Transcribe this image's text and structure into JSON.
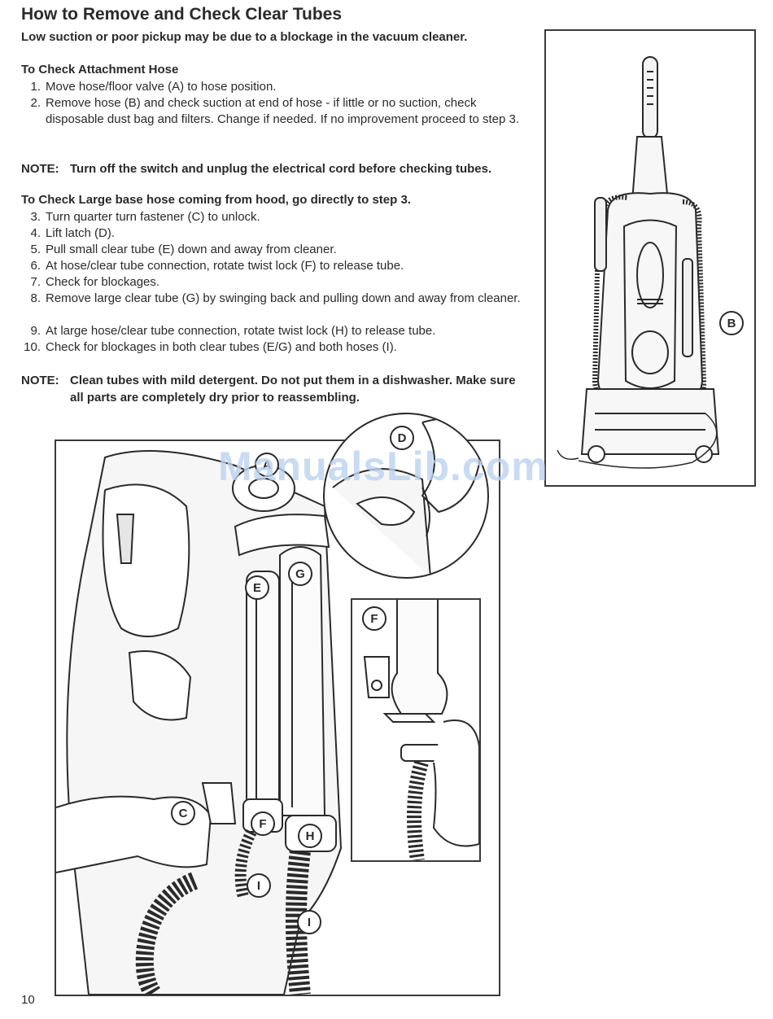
{
  "page": {
    "title": "How to Remove and Check Clear Tubes",
    "subtitle": "Low suction or poor pickup may be due to a blockage in the vacuum cleaner.",
    "page_number": "10"
  },
  "section_hose": {
    "heading": "To Check Attachment Hose",
    "steps": [
      {
        "num": "1.",
        "text": "Move hose/floor valve (A) to hose position."
      },
      {
        "num": "2.",
        "text": "Remove hose (B) and check suction at end of hose - if little or no suction, check disposable dust bag and filters. Change if needed. If no improvement proceed to step 3."
      }
    ]
  },
  "note1": {
    "label": "NOTE:",
    "text": "Turn off the switch and unplug the electrical cord before checking tubes."
  },
  "section_base": {
    "heading": "To Check Large base hose coming from hood, go directly to step 3.",
    "steps": [
      {
        "num": "3.",
        "text": "Turn quarter turn fastener (C) to unlock."
      },
      {
        "num": "4.",
        "text": "Lift latch (D)."
      },
      {
        "num": "5.",
        "text": "Pull small clear tube (E) down and away from cleaner."
      },
      {
        "num": "6.",
        "text": "At hose/clear tube connection, rotate twist lock (F) to release tube."
      },
      {
        "num": "7.",
        "text": "Check for blockages."
      },
      {
        "num": "8.",
        "text": "Remove large clear tube (G) by swinging back and pulling down and away from cleaner."
      },
      {
        "num": "9.",
        "text": "At large hose/clear tube connection, rotate twist lock (H) to release tube."
      },
      {
        "num": "10.",
        "text": "Check for blockages in both clear tubes (E/G) and both hoses (I)."
      }
    ]
  },
  "note2": {
    "label": "NOTE:",
    "text": "Clean tubes with mild detergent. Do not put them in a dishwasher. Make sure all parts are completely dry prior to reassembling."
  },
  "callouts": {
    "a": "A",
    "b": "B",
    "c": "C",
    "d": "D",
    "e": "E",
    "f_main": "F",
    "f_inset": "F",
    "g": "G",
    "h": "H",
    "i_left": "I",
    "i_right": "I"
  },
  "watermark": "ManualsLib.com"
}
